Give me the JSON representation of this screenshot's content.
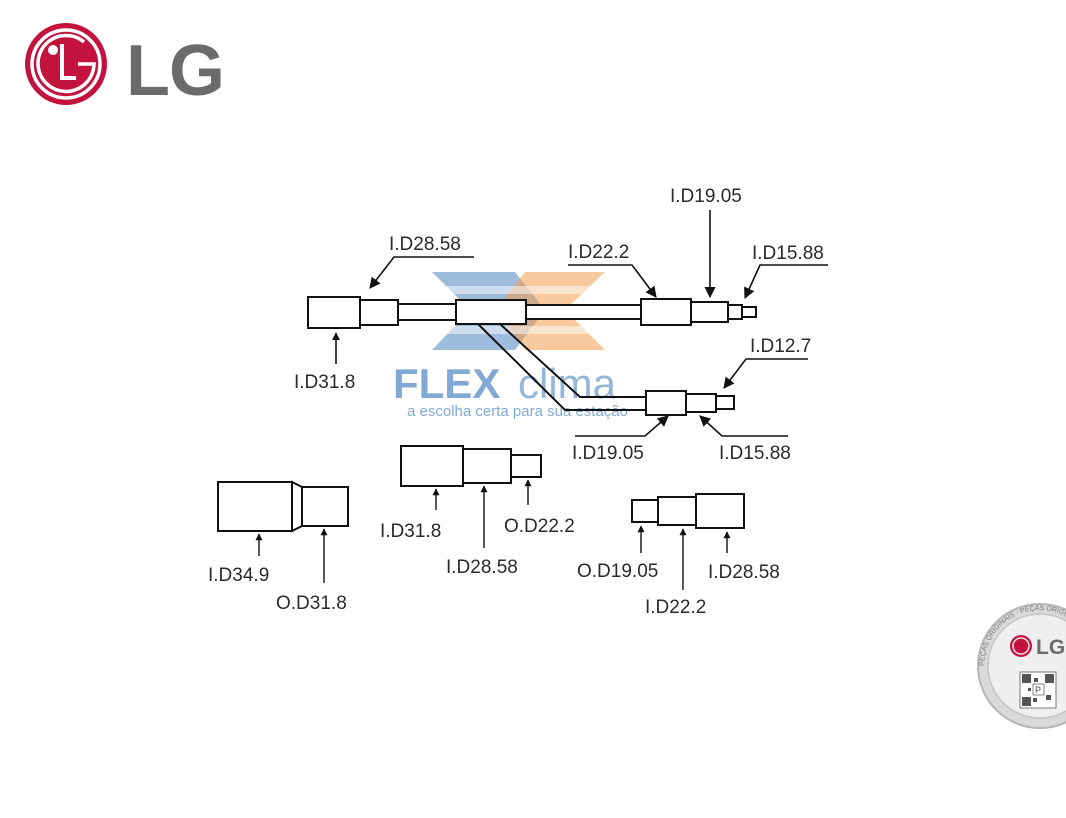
{
  "brand": {
    "logo_text": "LG",
    "red": "#c4123e",
    "gray": "#6b6b6b"
  },
  "watermark": {
    "name_bold": "FLEX",
    "name_light": "clima",
    "tagline": "a escolha certa para sua estação",
    "blue": "#2f6fb8",
    "orange": "#f08a2a"
  },
  "branch_pipe": {
    "labels": [
      "I.D28.58",
      "I.D22.2",
      "I.D19.05",
      "I.D15.88",
      "I.D31.8",
      "I.D12.7",
      "I.D19.05",
      "I.D15.88"
    ]
  },
  "reducer_a": {
    "labels": [
      "I.D34.9",
      "O.D31.8"
    ]
  },
  "reducer_b": {
    "labels": [
      "I.D31.8",
      "I.D28.58",
      "O.D22.2"
    ]
  },
  "reducer_c": {
    "labels": [
      "O.D19.05",
      "I.D22.2",
      "I.D28.58"
    ]
  },
  "seal": {
    "ring_text": "PEÇAS ORIGINAIS · PEÇAS ORIGINAIS · PEÇAS ORIGINAIS ·",
    "logo_text": "LG",
    "badge": "P"
  }
}
